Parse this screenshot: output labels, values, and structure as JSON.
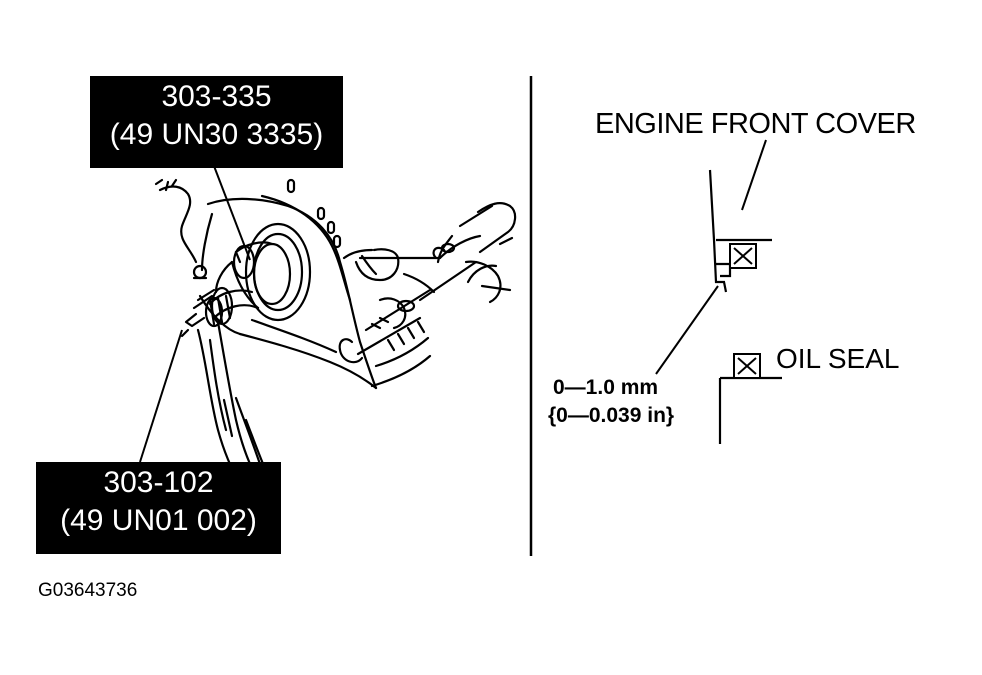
{
  "tool_top": {
    "part_number": "303-335",
    "tool_number": "(49 UN30 3335)"
  },
  "tool_bottom": {
    "part_number": "303-102",
    "tool_number": "(49 UN01 002)"
  },
  "detail": {
    "cover_label": "ENGINE FRONT COVER",
    "seal_label": "OIL SEAL",
    "clearance_metric": "0—1.0 mm",
    "clearance_imperial": "{0—0.039 in}"
  },
  "figure_code": "G03643736",
  "colors": {
    "ink": "#000000",
    "paper": "#ffffff",
    "label_text": "#ffffff"
  }
}
